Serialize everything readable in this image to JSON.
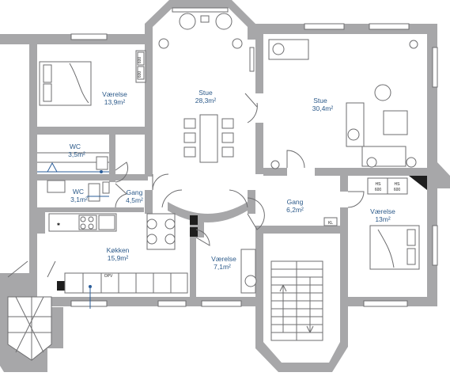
{
  "plan": {
    "rooms": [
      {
        "id": "vaerelse-1",
        "name": "Værelse",
        "area": "13,9m²"
      },
      {
        "id": "stue-1",
        "name": "Stue",
        "area": "28,3m²"
      },
      {
        "id": "stue-2",
        "name": "Stue",
        "area": "30,4m²"
      },
      {
        "id": "wc-1",
        "name": "WC",
        "area": "3,5m²"
      },
      {
        "id": "wc-2",
        "name": "WC",
        "area": "3,1m²"
      },
      {
        "id": "gang-1",
        "name": "Gang",
        "area": "4,5m²"
      },
      {
        "id": "gang-2",
        "name": "Gang",
        "area": "6,2m²"
      },
      {
        "id": "vaerelse-2",
        "name": "Værelse",
        "area": "13m²"
      },
      {
        "id": "koekken",
        "name": "Køkken",
        "area": "15,9m²"
      },
      {
        "id": "vaerelse-3",
        "name": "Værelse",
        "area": "7,1m²"
      }
    ],
    "appliance_labels": {
      "wardrobe_1": "600",
      "wardrobe_2": "600",
      "hs_left_top": "HS",
      "hs_left_bottom": "600",
      "hs_right_top": "HS",
      "hs_right_bottom": "600",
      "kitchen_mark": "✱",
      "gang_mark": "KL",
      "oven_mark": "OPV"
    },
    "colors": {
      "wall": "#a7a7a9",
      "label": "#2c5a8a",
      "line": "#6d6d6f",
      "accent": "#2a5d9a"
    }
  }
}
